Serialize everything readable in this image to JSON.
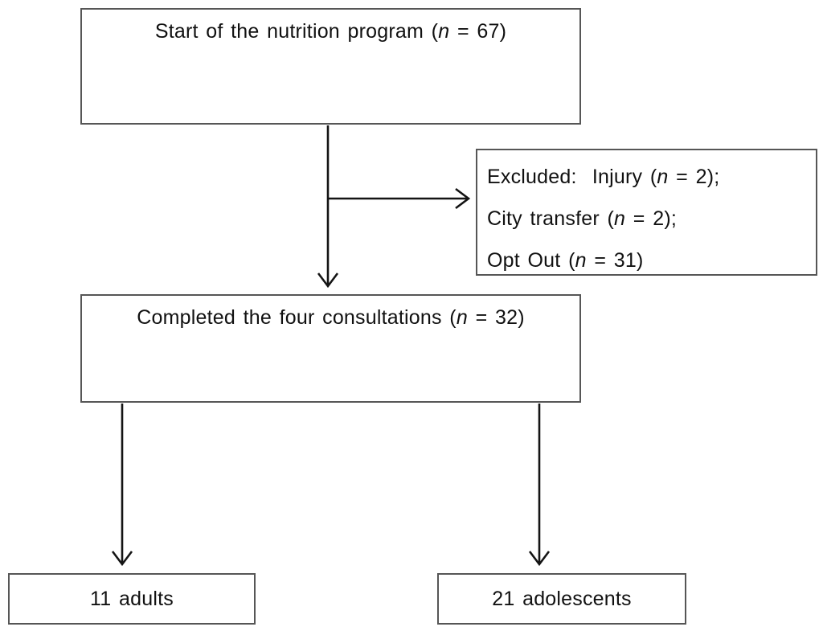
{
  "figure": {
    "background_color": "#ffffff",
    "box_border_color": "#565656",
    "arrow_color": "#141414",
    "text_color": "#111111"
  },
  "diagram": {
    "type": "flowchart",
    "nodes": {
      "start": {
        "pre": "Start of the nutrition program (",
        "n": "n",
        "post": " = 67)"
      },
      "excluded": {
        "lines": [
          {
            "pre": "Excluded:  Injury (",
            "n": "n",
            "post": " = 2);"
          },
          {
            "pre": "City transfer (",
            "n": "n",
            "post": " = 2);"
          },
          {
            "pre": "Opt Out (",
            "n": "n",
            "post": " = 31)"
          }
        ]
      },
      "completed": {
        "pre": "Completed the four consultations (",
        "n": "n",
        "post": " = 32)"
      },
      "adults": {
        "label": "11 adults"
      },
      "adolescents": {
        "label": "21 adolescents"
      }
    },
    "edges": [
      {
        "from": "start",
        "to": "completed",
        "style": "arrow-down"
      },
      {
        "from": "start",
        "to": "excluded",
        "style": "arrow-right-branch"
      },
      {
        "from": "completed",
        "to": "adults",
        "style": "arrow-down"
      },
      {
        "from": "completed",
        "to": "adolescents",
        "style": "arrow-down"
      }
    ]
  }
}
